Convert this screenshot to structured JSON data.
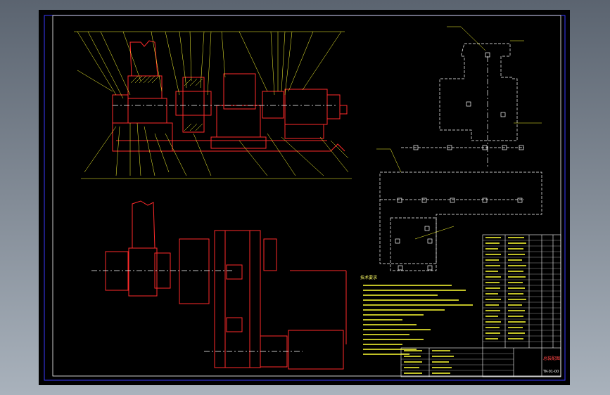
{
  "drawing": {
    "background": "#000000",
    "frame_color": "#ffffff",
    "part_color": "#ff2a2a",
    "leader_color": "#ffff33",
    "centerline_color": "#ffffff",
    "tech_notes_title": "技术要求",
    "title_block": {
      "name_label": "总装配图",
      "drawing_no": "TK-01-00"
    }
  }
}
